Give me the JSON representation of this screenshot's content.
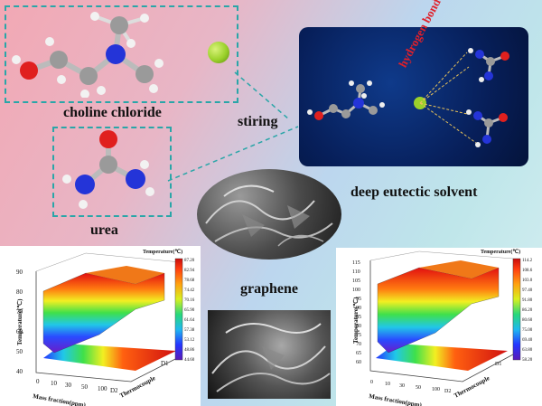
{
  "labels": {
    "choline": "choline chloride",
    "urea": "urea",
    "stiring": "stiring",
    "des": "deep eutectic solvent",
    "hbond": "hydrogen bond",
    "graphene": "graphene"
  },
  "colors": {
    "teal_dash": "#2aa6a8",
    "panel_blue": "#071f5a",
    "hbond_red": "#e0202a",
    "chloride_green": "#9ad12a"
  },
  "plot_left": {
    "colorbar_title": "Temperature(℃)",
    "colorbar_ticks": [
      "87.20",
      "82.94",
      "78.68",
      "74.42",
      "70.16",
      "65.90",
      "61.64",
      "57.38",
      "53.12",
      "48.86",
      "44.60"
    ],
    "ylabel": "Temperature(℃)",
    "yticks": [
      "90",
      "80",
      "70",
      "60",
      "50",
      "40"
    ],
    "xlabel": "Mass fraction(ppm)",
    "xticks": [
      "0",
      "10",
      "30",
      "50",
      "100"
    ],
    "zlabel": "Thermocouple",
    "zticks": [
      "D1",
      "D2"
    ]
  },
  "plot_right": {
    "colorbar_title": "Temperature(℃)",
    "colorbar_ticks": [
      "114.2",
      "108.6",
      "103.0",
      "97.40",
      "91.80",
      "86.20",
      "80.60",
      "75.00",
      "69.40",
      "63.80",
      "58.20"
    ],
    "ylabel": "Temperature(℃)",
    "yticks": [
      "115",
      "110",
      "105",
      "100",
      "95",
      "90",
      "85",
      "80",
      "75",
      "70",
      "65",
      "60"
    ],
    "xlabel": "Mass fraction(ppm)",
    "xticks": [
      "0",
      "10",
      "30",
      "50",
      "100"
    ],
    "zlabel": "Thermocouple",
    "zticks": [
      "D1",
      "D2"
    ]
  }
}
